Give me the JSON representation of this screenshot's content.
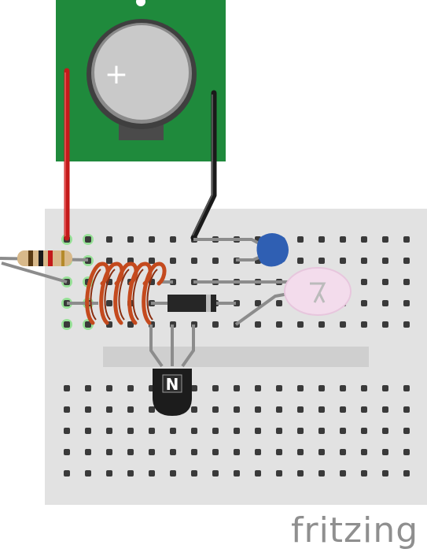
{
  "watermark": "fritzing",
  "colors": {
    "pcb": "#1f8a3c",
    "breadboard": "#e2e2e2",
    "groove": "#cfcfcf",
    "hole": "#3a3a3a",
    "hole_active": "#7ee07e",
    "wire_red": "#c31a1a",
    "wire_black": "#1a1a1a",
    "leg": "#8c8c8c",
    "coil": "#c44a1e",
    "capacitor": "#2f5fb3",
    "led": "#f3dcec",
    "transistor": "#1c1c1c",
    "diode": "#262626",
    "resistor_body": "#d8b98a",
    "battery_rim": "#7a7a7a",
    "battery_face": "#c9c9c9"
  },
  "components": [
    {
      "id": "coin-cell-battery",
      "label": ""
    },
    {
      "id": "resistor",
      "label": ""
    },
    {
      "id": "inductor-coil",
      "label": ""
    },
    {
      "id": "ceramic-capacitor",
      "label": ""
    },
    {
      "id": "led",
      "label": ""
    },
    {
      "id": "diode",
      "label": ""
    },
    {
      "id": "npn-transistor",
      "label": "N"
    }
  ],
  "battery_symbol": "+"
}
